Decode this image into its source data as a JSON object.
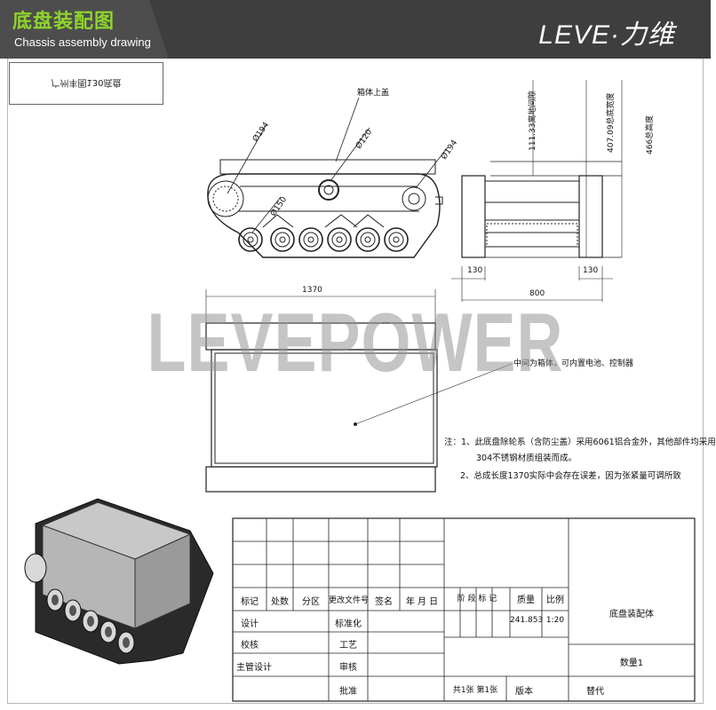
{
  "header": {
    "title_cn": "底盘装配图",
    "title_en": "Chassis assembly drawing",
    "brand": "LEVE·力维"
  },
  "tag": "广州丰图130底盘",
  "watermark": "LEVEPOWER",
  "annotations": {
    "top_cover": "箱体上盖",
    "d194_left": "Ø194",
    "d120": "Ø120",
    "d194_right": "Ø194",
    "d150": "Ø150",
    "ground_clearance": "111.33离地间隙",
    "total_width": "407.09总底宽度",
    "total_height": "466总高度",
    "track_width_left": "130",
    "track_width_right": "130",
    "overall_width": "800",
    "overall_length": "1370",
    "middle_box": "中间为箱体，可内置电池、控制器"
  },
  "notes": {
    "note1_line1": "注：1、此底盘除轮系（含防尘盖）采用6061铝合金外，其他部件均采用",
    "note1_line2": "304不锈钢材质组装而成。",
    "note2": "2、总成长度1370实际中会存在误差，因为张紧量可调所致"
  },
  "title_block": {
    "mark": "标记",
    "count": "处数",
    "zone": "分区",
    "change_doc": "更改文件号",
    "sign": "签名",
    "date": "年 月 日",
    "design": "设计",
    "standardize": "标准化",
    "check": "校核",
    "process": "工艺",
    "chief_design": "主管设计",
    "review": "审核",
    "approve": "批准",
    "stage_mark": "阶 段 标 记",
    "mass_label": "质量",
    "scale_label": "比例",
    "mass_value": "241.853",
    "scale_value": "1:20",
    "part_name": "底盘装配体",
    "quantity": "数量1",
    "sheets": "共1张  第1张",
    "version": "版本",
    "replace": "替代"
  }
}
